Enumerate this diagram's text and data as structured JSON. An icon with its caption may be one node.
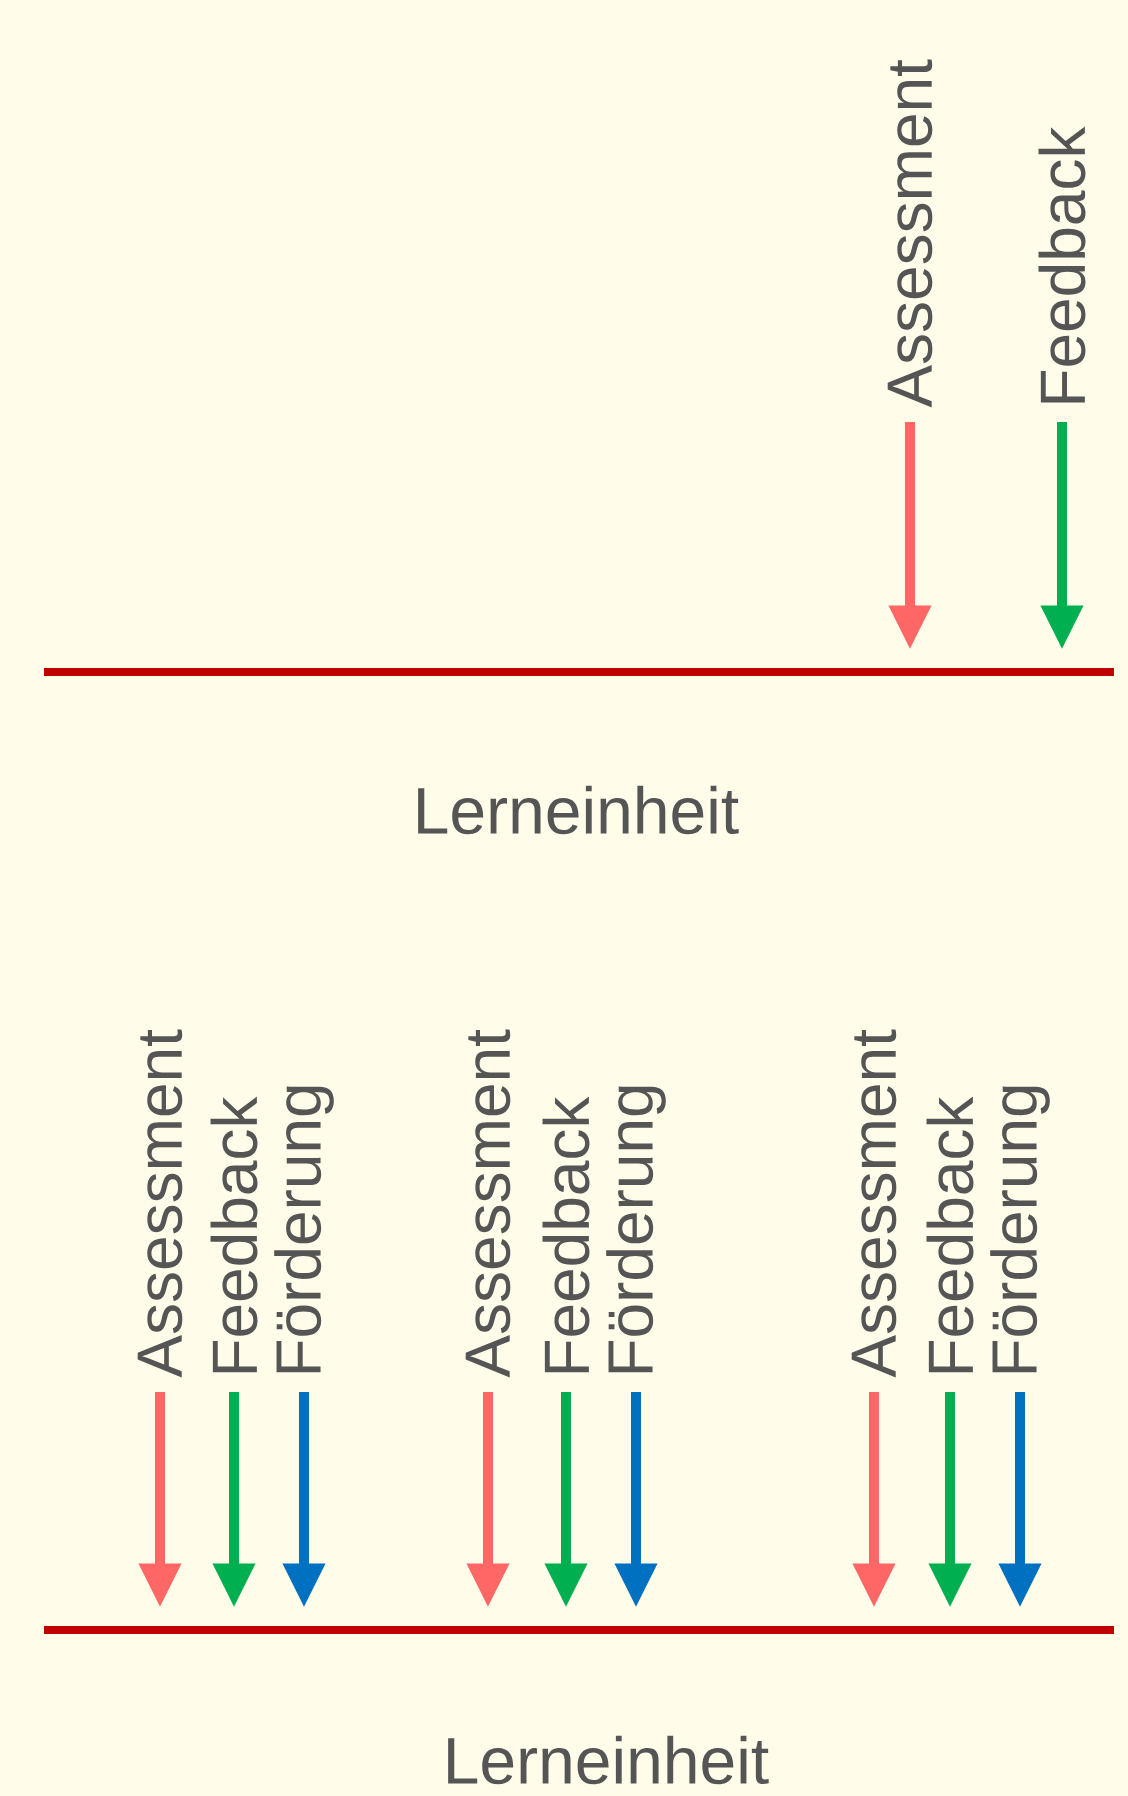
{
  "diagram": {
    "nodes": [
      {
        "text": [
          "Assessment"
        ]
      },
      {
        "text": [
          "Feedback"
        ]
      },
      {
        "text": [],
        "shape": "bar",
        "beside": [
          "Lerneinheit"
        ]
      },
      {
        "text": [
          "Assessment"
        ]
      },
      {
        "text": [
          "Feedback"
        ]
      },
      {
        "text": [
          "Förderung"
        ]
      },
      {
        "text": [
          "Assessment"
        ]
      },
      {
        "text": [
          "Feedback"
        ]
      },
      {
        "text": [
          "Förderung"
        ]
      },
      {
        "text": [
          "Assessment"
        ]
      },
      {
        "text": [
          "Feedback"
        ]
      },
      {
        "text": [
          "Förderung"
        ]
      },
      {
        "text": [],
        "shape": "bar",
        "beside": [
          "Lerneinheit"
        ]
      }
    ],
    "edges": [
      {
        "from": 0,
        "to": 2,
        "arrow": "to",
        "color": "#ff6666"
      },
      {
        "from": 1,
        "to": 2,
        "arrow": "to",
        "color": "#00b050"
      },
      {
        "from": 3,
        "to": 12,
        "arrow": "to",
        "color": "#ff6666"
      },
      {
        "from": 4,
        "to": 12,
        "arrow": "to",
        "color": "#00b050"
      },
      {
        "from": 5,
        "to": 12,
        "arrow": "to",
        "color": "#0070c0"
      },
      {
        "from": 6,
        "to": 12,
        "arrow": "to",
        "color": "#ff6666"
      },
      {
        "from": 7,
        "to": 12,
        "arrow": "to",
        "color": "#00b050"
      },
      {
        "from": 8,
        "to": 12,
        "arrow": "to",
        "color": "#0070c0"
      },
      {
        "from": 9,
        "to": 12,
        "arrow": "to",
        "color": "#ff6666"
      },
      {
        "from": 10,
        "to": 12,
        "arrow": "to",
        "color": "#00b050"
      },
      {
        "from": 11,
        "to": 12,
        "arrow": "to",
        "color": "#0070c0"
      }
    ]
  }
}
